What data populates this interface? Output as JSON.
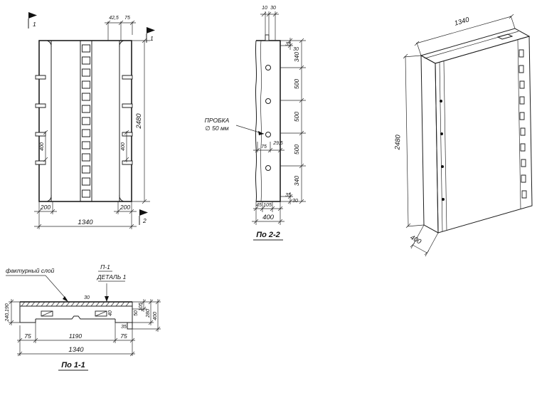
{
  "views": {
    "front": {
      "markers": {
        "top_left": "1",
        "top_right": "1",
        "bottom_right": "2"
      },
      "dims": {
        "top": [
          "42,5",
          "75"
        ],
        "height": "2480",
        "web_left": "400",
        "web_right": "400",
        "bottom_left": "200",
        "bottom_right": "200",
        "width_total": "1340"
      }
    },
    "section_2_2": {
      "caption": "По 2-2",
      "plug_note": [
        "ПРОБКА",
        "∅ 50 мм"
      ],
      "dims": {
        "top": [
          "10",
          "30"
        ],
        "right_top": [
          "35",
          "30"
        ],
        "right_chain": [
          "340",
          "500",
          "500",
          "500",
          "340"
        ],
        "right_bottom": [
          "35",
          "30"
        ],
        "mid": [
          "75",
          "29,5"
        ],
        "bottom": [
          "45",
          "105"
        ],
        "depth_total": "400"
      }
    },
    "isometric": {
      "dims": {
        "width": "1340",
        "height": "2480",
        "depth": "400"
      }
    },
    "section_1_1": {
      "caption": "По 1-1",
      "facing_note": "фактурный слой",
      "detail_ref": "П-1",
      "detail_note": "ДЕТАЛЬ 1",
      "dims": {
        "left": "240,190",
        "inner": [
          "30",
          "40",
          "50",
          "35"
        ],
        "right_chain": [
          "105",
          "280",
          "400"
        ],
        "bottom": [
          "75",
          "1190",
          "75"
        ],
        "width_total": "1340"
      }
    }
  }
}
